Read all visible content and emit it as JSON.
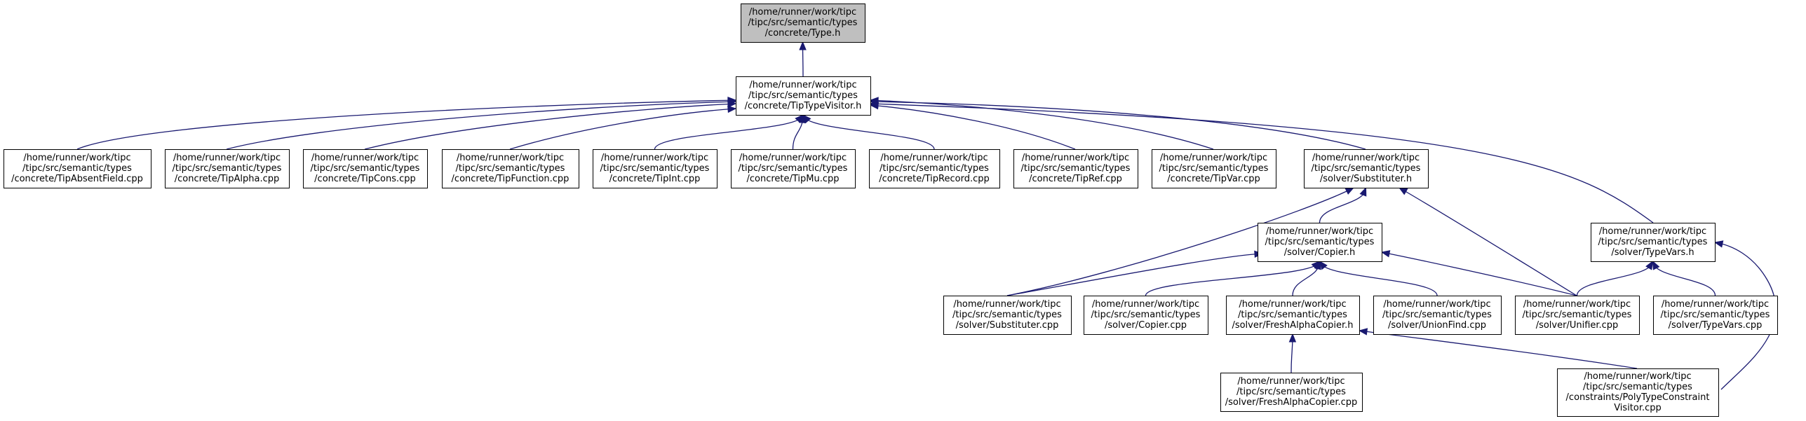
{
  "colors": {
    "root_fill": "#bfbfbf",
    "node_fill": "#ffffff",
    "border": "#000000",
    "edge": "#191970"
  },
  "nodes": [
    {
      "id": "type_h",
      "root": true,
      "lines": [
        "/home/runner/work/tipc",
        "/tipc/src/semantic/types",
        "/concrete/Type.h"
      ]
    },
    {
      "id": "tiptypevisitor_h",
      "lines": [
        "/home/runner/work/tipc",
        "/tipc/src/semantic/types",
        "/concrete/TipTypeVisitor.h"
      ]
    },
    {
      "id": "tipabsentfield_cpp",
      "lines": [
        "/home/runner/work/tipc",
        "/tipc/src/semantic/types",
        "/concrete/TipAbsentField.cpp"
      ]
    },
    {
      "id": "tipalpha_cpp",
      "lines": [
        "/home/runner/work/tipc",
        "/tipc/src/semantic/types",
        "/concrete/TipAlpha.cpp"
      ]
    },
    {
      "id": "tipcons_cpp",
      "lines": [
        "/home/runner/work/tipc",
        "/tipc/src/semantic/types",
        "/concrete/TipCons.cpp"
      ]
    },
    {
      "id": "tipfunction_cpp",
      "lines": [
        "/home/runner/work/tipc",
        "/tipc/src/semantic/types",
        "/concrete/TipFunction.cpp"
      ]
    },
    {
      "id": "tipint_cpp",
      "lines": [
        "/home/runner/work/tipc",
        "/tipc/src/semantic/types",
        "/concrete/TipInt.cpp"
      ]
    },
    {
      "id": "tipmu_cpp",
      "lines": [
        "/home/runner/work/tipc",
        "/tipc/src/semantic/types",
        "/concrete/TipMu.cpp"
      ]
    },
    {
      "id": "tiprecord_cpp",
      "lines": [
        "/home/runner/work/tipc",
        "/tipc/src/semantic/types",
        "/concrete/TipRecord.cpp"
      ]
    },
    {
      "id": "tipref_cpp",
      "lines": [
        "/home/runner/work/tipc",
        "/tipc/src/semantic/types",
        "/concrete/TipRef.cpp"
      ]
    },
    {
      "id": "tipvar_cpp",
      "lines": [
        "/home/runner/work/tipc",
        "/tipc/src/semantic/types",
        "/concrete/TipVar.cpp"
      ]
    },
    {
      "id": "substituter_h",
      "lines": [
        "/home/runner/work/tipc",
        "/tipc/src/semantic/types",
        "/solver/Substituter.h"
      ]
    },
    {
      "id": "typevars_h",
      "lines": [
        "/home/runner/work/tipc",
        "/tipc/src/semantic/types",
        "/solver/TypeVars.h"
      ]
    },
    {
      "id": "copier_h",
      "lines": [
        "/home/runner/work/tipc",
        "/tipc/src/semantic/types",
        "/solver/Copier.h"
      ]
    },
    {
      "id": "substituter_cpp",
      "lines": [
        "/home/runner/work/tipc",
        "/tipc/src/semantic/types",
        "/solver/Substituter.cpp"
      ]
    },
    {
      "id": "copier_cpp",
      "lines": [
        "/home/runner/work/tipc",
        "/tipc/src/semantic/types",
        "/solver/Copier.cpp"
      ]
    },
    {
      "id": "freshalphacopier_h",
      "lines": [
        "/home/runner/work/tipc",
        "/tipc/src/semantic/types",
        "/solver/FreshAlphaCopier.h"
      ]
    },
    {
      "id": "unionfind_cpp",
      "lines": [
        "/home/runner/work/tipc",
        "/tipc/src/semantic/types",
        "/solver/UnionFind.cpp"
      ]
    },
    {
      "id": "unifier_cpp",
      "lines": [
        "/home/runner/work/tipc",
        "/tipc/src/semantic/types",
        "/solver/Unifier.cpp"
      ]
    },
    {
      "id": "typevars_cpp",
      "lines": [
        "/home/runner/work/tipc",
        "/tipc/src/semantic/types",
        "/solver/TypeVars.cpp"
      ]
    },
    {
      "id": "freshalphacopier_cpp",
      "lines": [
        "/home/runner/work/tipc",
        "/tipc/src/semantic/types",
        "/solver/FreshAlphaCopier.cpp"
      ]
    },
    {
      "id": "polytypeconstraintvisitor_cpp",
      "lines": [
        "/home/runner/work/tipc",
        "/tipc/src/semantic/types",
        "/constraints/PolyTypeConstraint",
        "Visitor.cpp"
      ]
    }
  ],
  "edges": [
    {
      "from": "type_h",
      "to": "tiptypevisitor_h"
    },
    {
      "from": "tiptypevisitor_h",
      "to": "tipabsentfield_cpp"
    },
    {
      "from": "tiptypevisitor_h",
      "to": "tipalpha_cpp"
    },
    {
      "from": "tiptypevisitor_h",
      "to": "tipcons_cpp"
    },
    {
      "from": "tiptypevisitor_h",
      "to": "tipfunction_cpp"
    },
    {
      "from": "tiptypevisitor_h",
      "to": "tipint_cpp"
    },
    {
      "from": "tiptypevisitor_h",
      "to": "tipmu_cpp"
    },
    {
      "from": "tiptypevisitor_h",
      "to": "tiprecord_cpp"
    },
    {
      "from": "tiptypevisitor_h",
      "to": "tipref_cpp"
    },
    {
      "from": "tiptypevisitor_h",
      "to": "tipvar_cpp"
    },
    {
      "from": "tiptypevisitor_h",
      "to": "substituter_h"
    },
    {
      "from": "tiptypevisitor_h",
      "to": "typevars_h"
    },
    {
      "from": "substituter_h",
      "to": "copier_h"
    },
    {
      "from": "substituter_h",
      "to": "substituter_cpp"
    },
    {
      "from": "substituter_h",
      "to": "unifier_cpp"
    },
    {
      "from": "copier_h",
      "to": "substituter_cpp"
    },
    {
      "from": "copier_h",
      "to": "copier_cpp"
    },
    {
      "from": "copier_h",
      "to": "freshalphacopier_h"
    },
    {
      "from": "copier_h",
      "to": "unionfind_cpp"
    },
    {
      "from": "copier_h",
      "to": "unifier_cpp"
    },
    {
      "from": "typevars_h",
      "to": "unifier_cpp"
    },
    {
      "from": "typevars_h",
      "to": "typevars_cpp"
    },
    {
      "from": "typevars_h",
      "to": "polytypeconstraintvisitor_cpp"
    },
    {
      "from": "freshalphacopier_h",
      "to": "freshalphacopier_cpp"
    },
    {
      "from": "freshalphacopier_h",
      "to": "polytypeconstraintvisitor_cpp"
    }
  ]
}
